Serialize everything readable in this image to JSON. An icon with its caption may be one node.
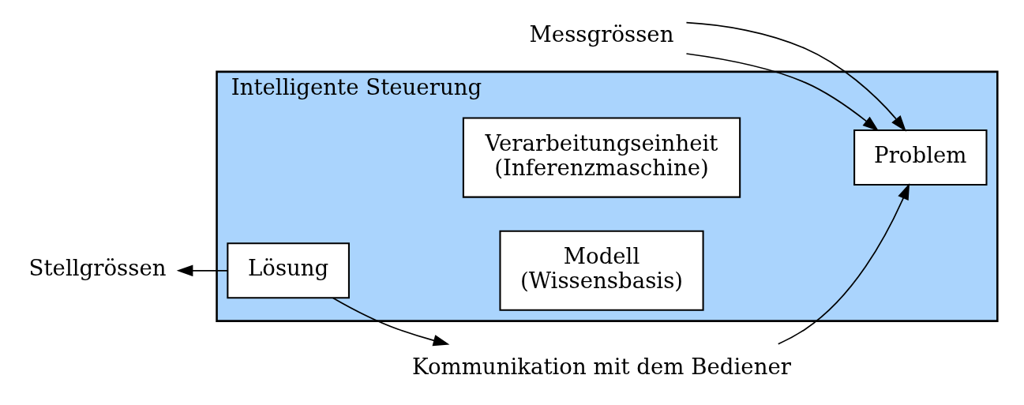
{
  "diagram": {
    "nodes": [
      {
        "text": [
          "Intelligente Steuerung"
        ]
      },
      {
        "text": [
          "Lösung"
        ],
        "in": 0
      },
      {
        "text": [
          "Modell (Wissensbasis)"
        ],
        "in": 0
      },
      {
        "text": [
          "Verarbeitungseinheit (Inferenzmaschine)"
        ],
        "in": 0
      },
      {
        "text": [
          "Problem"
        ],
        "in": 0
      },
      {
        "text": [
          "Stellgrössen"
        ]
      },
      {
        "text": [
          "Messgrössen"
        ]
      },
      {
        "text": [
          "Kommunikation mit dem Bediener"
        ]
      }
    ],
    "edges": [
      {
        "from": 1,
        "to": 5,
        "arrow": "to"
      },
      {
        "from": 6,
        "to": 4,
        "arrow": "to"
      },
      {
        "from": 6,
        "to": 4,
        "arrow": "to"
      },
      {
        "from": 1,
        "to": 7,
        "arrow": "to"
      },
      {
        "from": 7,
        "to": 4,
        "arrow": "to"
      }
    ]
  }
}
